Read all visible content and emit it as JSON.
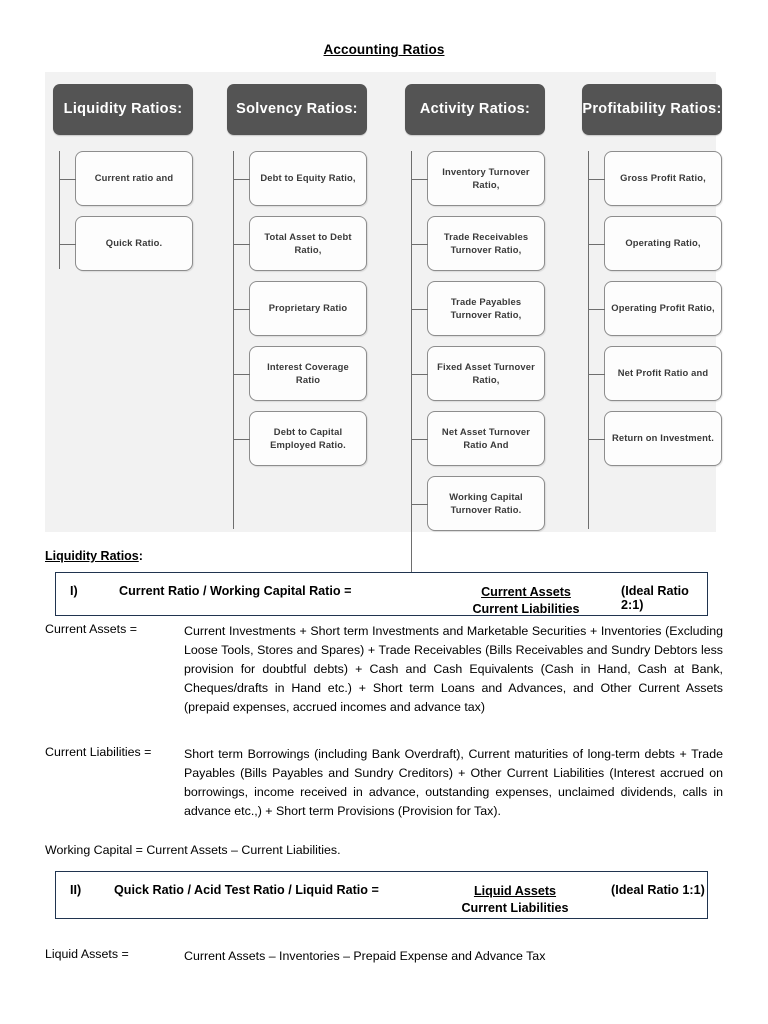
{
  "document": {
    "title": "Accounting Ratios"
  },
  "diagram": {
    "columns": [
      {
        "header": "Liquidity\nRatios:",
        "header_label": "Liquidity Ratios:",
        "items": [
          "Current ratio and",
          "Quick Ratio."
        ]
      },
      {
        "header": "Solvency\nRatios:",
        "header_label": "Solvency Ratios:",
        "items": [
          "Debt to Equity Ratio,",
          "Total Asset to Debt Ratio,",
          "Proprietary Ratio",
          "Interest Coverage Ratio",
          "Debt to Capital Employed Ratio."
        ]
      },
      {
        "header": "Activity\nRatios:",
        "header_label": "Activity Ratios:",
        "items": [
          "Inventory Turnover Ratio,",
          "Trade Receivables Turnover Ratio,",
          "Trade Payables Turnover Ratio,",
          "Fixed Asset Turnover Ratio,",
          "Net Asset Turnover Ratio And",
          "Working Capital Turnover Ratio."
        ]
      },
      {
        "header": "Profitability\nRatios:",
        "header_label": "Profitability Ratios:",
        "items": [
          "Gross Profit Ratio,",
          "Operating Ratio,",
          "Operating Profit Ratio,",
          "Net Profit Ratio and",
          "Return on Investment."
        ]
      }
    ]
  },
  "body": {
    "section_heading": "Liquidity Ratios",
    "section_heading_suffix": ":",
    "formula_1": {
      "roman": "I)",
      "name": "Current Ratio / Working Capital Ratio =",
      "numerator": "Current Assets",
      "denominator": "Current Liabilities",
      "ideal": "(Ideal Ratio 2:1)"
    },
    "definition_current_assets": {
      "label": "Current Assets =",
      "text": "Current Investments + Short term Investments and Marketable Securities + Inventories (Excluding Loose Tools, Stores and Spares) + Trade Receivables (Bills Receivables and Sundry Debtors less provision for doubtful debts) + Cash and Cash Equivalents (Cash in Hand, Cash at Bank, Cheques/drafts in Hand etc.) + Short term Loans and Advances, and Other Current Assets (prepaid expenses, accrued incomes and advance tax)"
    },
    "definition_current_liabilities": {
      "label": "Current Liabilities =",
      "text": "Short term Borrowings (including Bank Overdraft), Current maturities of long-term debts + Trade Payables (Bills Payables and Sundry Creditors) + Other Current Liabilities (Interest accrued on borrowings, income received in advance, outstanding expenses, unclaimed dividends, calls in advance etc.,) + Short term Provisions (Provision for Tax)."
    },
    "working_capital_line": "Working Capital = Current Assets – Current Liabilities.",
    "formula_2": {
      "roman": "II)",
      "name": "Quick Ratio / Acid Test Ratio / Liquid Ratio =",
      "numerator": "Liquid Assets",
      "denominator": "Current Liabilities",
      "ideal": "(Ideal Ratio 1:1)"
    },
    "definition_liquid_assets": {
      "label": "Liquid Assets =",
      "text": "Current Assets – Inventories – Prepaid Expense and Advance Tax"
    }
  },
  "colors": {
    "header_box": "#545454",
    "panel_background": "#f2f2f2",
    "formula_border": "#20344f",
    "child_border": "#8d8d8d"
  }
}
